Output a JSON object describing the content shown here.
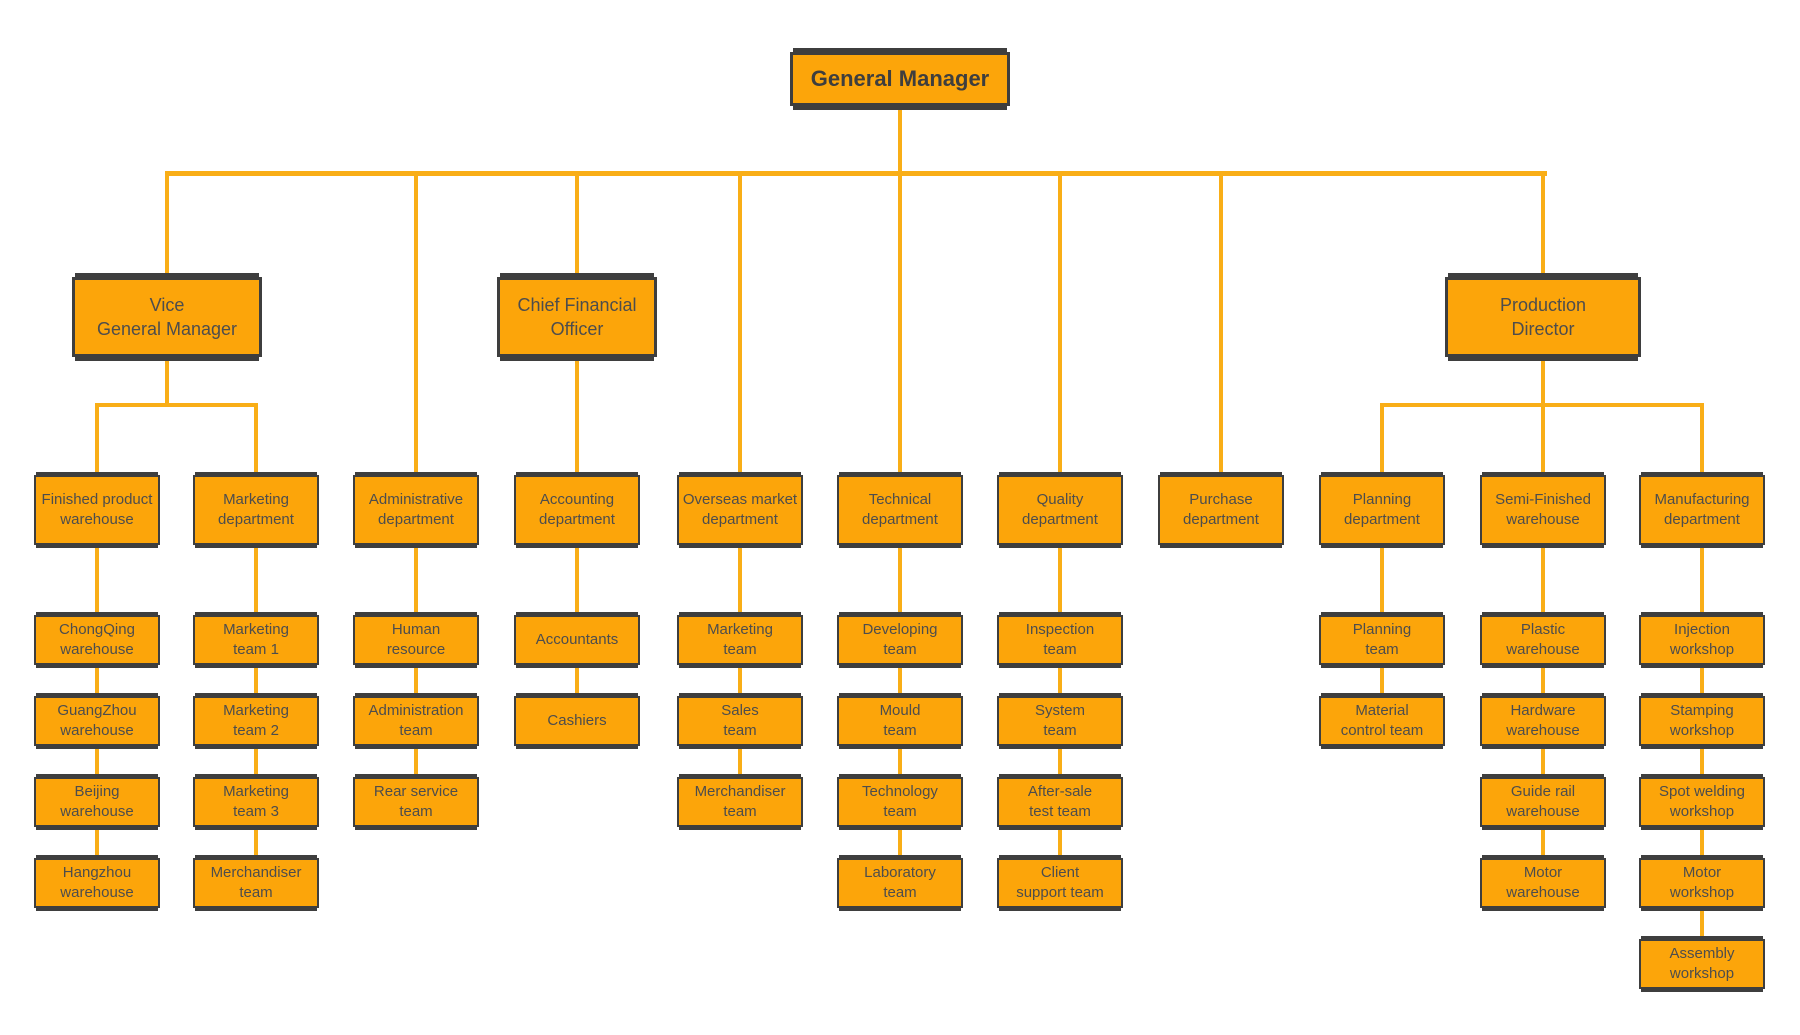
{
  "diagram": {
    "type": "organizational-chart",
    "colors": {
      "node_fill": "#FCA50A",
      "node_border": "#3E3E3E",
      "connector": "#F9AE17",
      "text": "#4D4D4D"
    },
    "root": {
      "label": "General Manager"
    },
    "executives": [
      {
        "id": "vice-general-manager",
        "label": "Vice\nGeneral Manager"
      },
      {
        "id": "chief-financial-officer",
        "label": "Chief Financial\nOfficer"
      },
      {
        "id": "production-director",
        "label": "Production\nDirector"
      }
    ],
    "columns": [
      {
        "department": "Finished product\nwarehouse",
        "parent": "vice-general-manager",
        "teams": [
          "ChongQing\nwarehouse",
          "GuangZhou\nwarehouse",
          "Beijing\nwarehouse",
          "Hangzhou\nwarehouse"
        ]
      },
      {
        "department": "Marketing\ndepartment",
        "parent": "vice-general-manager",
        "teams": [
          "Marketing\nteam 1",
          "Marketing\nteam 2",
          "Marketing\nteam 3",
          "Merchandiser\nteam"
        ]
      },
      {
        "department": "Administrative\ndepartment",
        "parent": "general-manager",
        "teams": [
          "Human\nresource",
          "Administration\nteam",
          "Rear service\nteam"
        ]
      },
      {
        "department": "Accounting\ndepartment",
        "parent": "chief-financial-officer",
        "teams": [
          "Accountants",
          "Cashiers"
        ]
      },
      {
        "department": "Overseas market\ndepartment",
        "parent": "general-manager",
        "teams": [
          "Marketing\nteam",
          "Sales\nteam",
          "Merchandiser\nteam"
        ]
      },
      {
        "department": "Technical\ndepartment",
        "parent": "general-manager",
        "teams": [
          "Developing\nteam",
          "Mould\nteam",
          "Technology\nteam",
          "Laboratory\nteam"
        ]
      },
      {
        "department": "Quality\ndepartment",
        "parent": "general-manager",
        "teams": [
          "Inspection\nteam",
          "System\nteam",
          "After-sale\ntest team",
          "Client\nsupport team"
        ]
      },
      {
        "department": "Purchase\ndepartment",
        "parent": "general-manager",
        "teams": []
      },
      {
        "department": "Planning\ndepartment",
        "parent": "production-director",
        "teams": [
          "Planning\nteam",
          "Material\ncontrol team"
        ]
      },
      {
        "department": "Semi-Finished\nwarehouse",
        "parent": "production-director",
        "teams": [
          "Plastic\nwarehouse",
          "Hardware\nwarehouse",
          "Guide rail\nwarehouse",
          "Motor\nwarehouse"
        ]
      },
      {
        "department": "Manufacturing\ndepartment",
        "parent": "production-director",
        "teams": [
          "Injection\nworkshop",
          "Stamping\nworkshop",
          "Spot welding\nworkshop",
          "Motor\nworkshop",
          "Assembly\nworkshop"
        ]
      }
    ]
  }
}
